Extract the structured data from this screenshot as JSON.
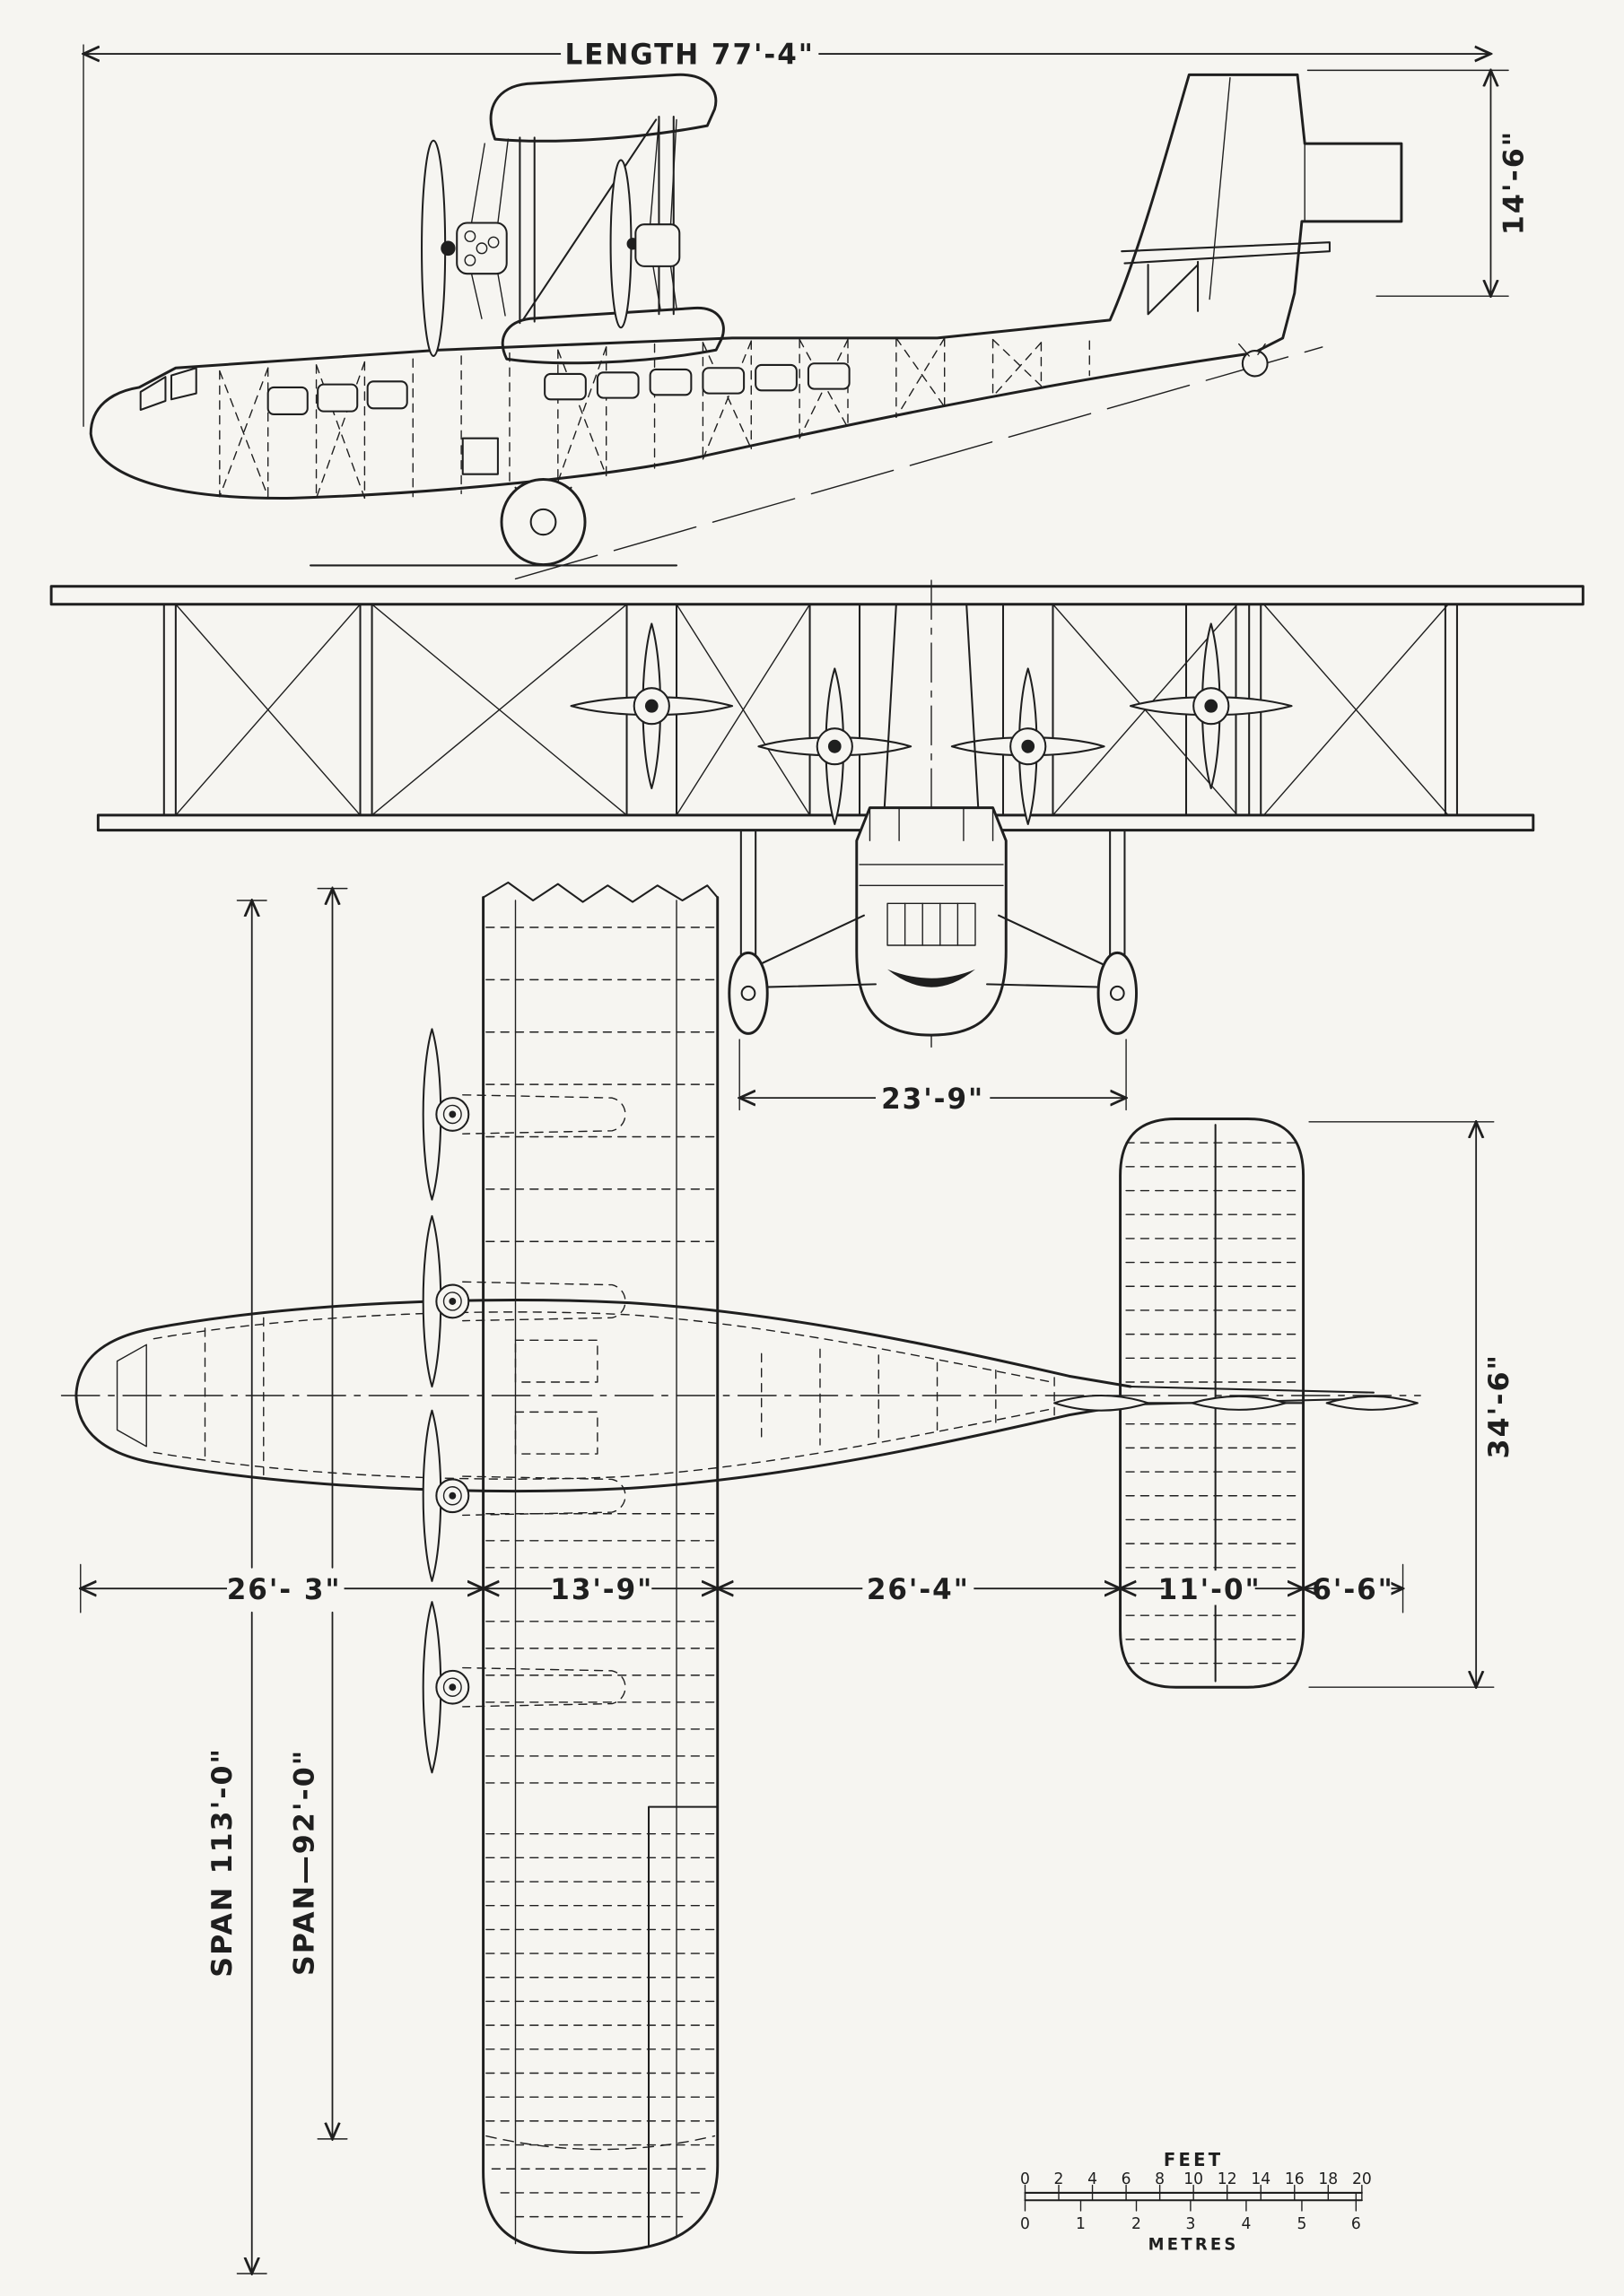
{
  "drawing": {
    "type": "aircraft-three-view-blueprint",
    "labels": {
      "length": "LENGTH  77'-4\"",
      "fin_height": "14'-6\"",
      "wheel_track": "23'-9\"",
      "nose_to_wing": "26'- 3\"",
      "wing_chord": "13'-9\"",
      "wing_to_tail": "26'-4\"",
      "tailplane_chord": "11'-0\"",
      "tail_overhang": "6'-6\"",
      "tailplane_span": "34'-6\"",
      "span_upper": "SPAN   113'-0\"",
      "span_lower": "SPAN—92'-0\""
    },
    "scale_bar": {
      "feet_label": "FEET",
      "metres_label": "METRES",
      "feet_ticks": [
        "0",
        "2",
        "4",
        "6",
        "8",
        "10",
        "12",
        "14",
        "16",
        "18",
        "20"
      ],
      "metres_ticks": [
        "0",
        "1",
        "2",
        "3",
        "4",
        "5",
        "6"
      ]
    },
    "colors": {
      "ink": "#1f1f1f",
      "paper": "#f6f5f1"
    }
  }
}
